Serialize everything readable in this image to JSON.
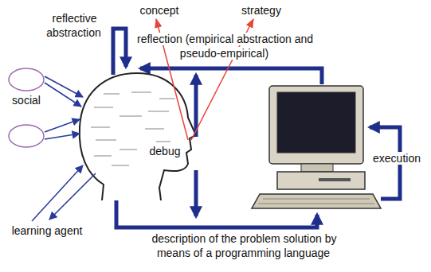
{
  "diagram": {
    "labels": [
      "concept",
      "strategy",
      "reflective abstraction",
      "reflection (empirical abstraction and pseudo-empirical)",
      "social",
      "debug",
      "execution",
      "learning agent",
      "description of the problem solution by means of a programming language"
    ]
  }
}
